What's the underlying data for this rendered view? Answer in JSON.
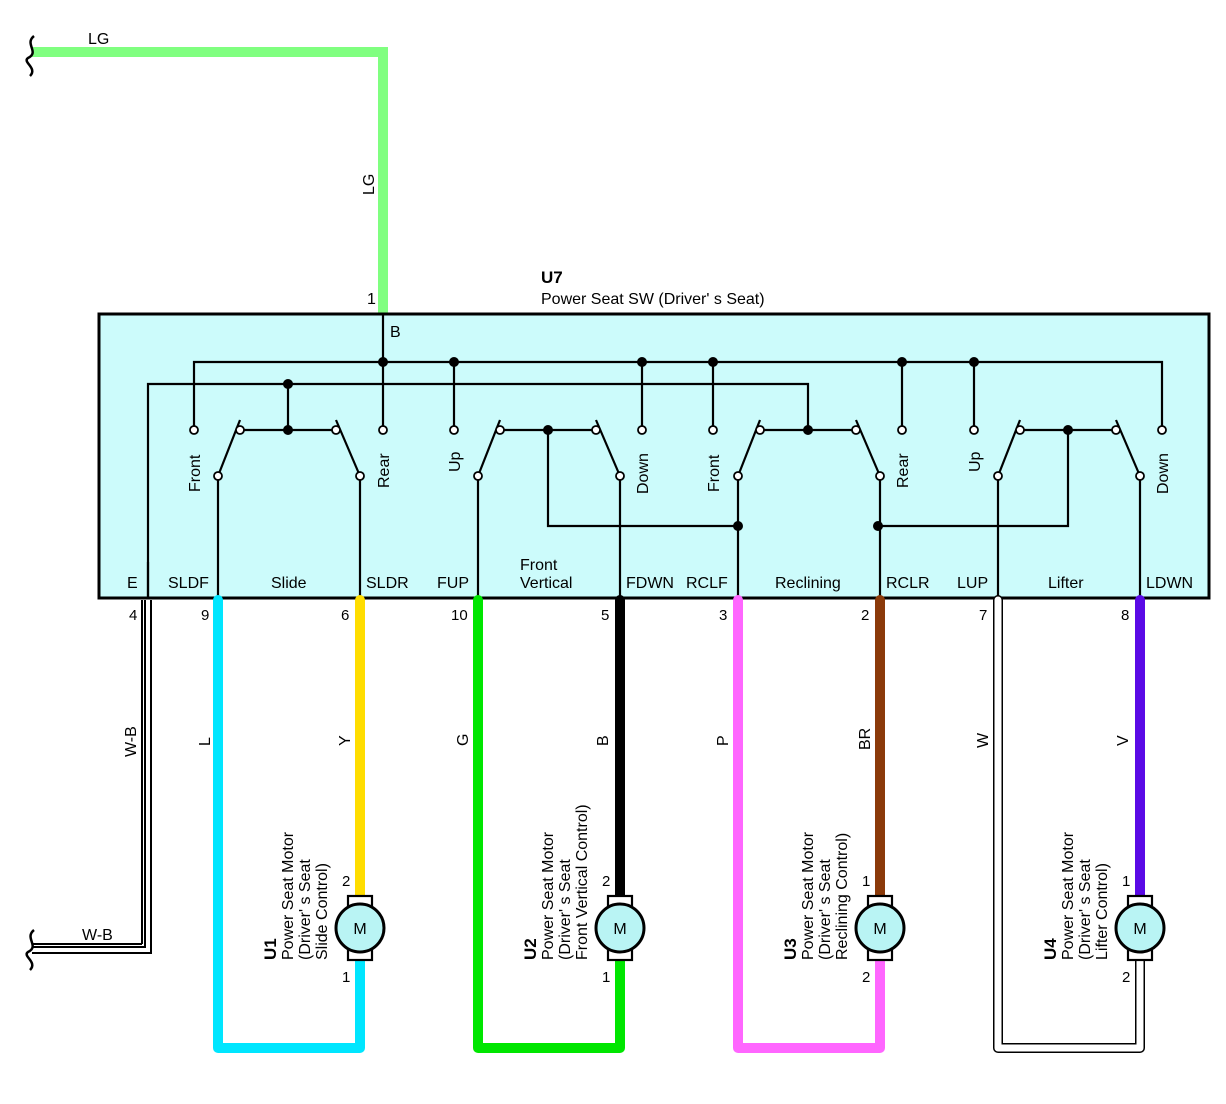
{
  "colors": {
    "box_fill": "#ccfbfb",
    "motor_fill": "#b9f4f4",
    "LG": "#80ff80",
    "L": "#00e6ff",
    "Y": "#ffdd00",
    "G": "#00e600",
    "B": "#000000",
    "P": "#ff66ff",
    "BR": "#8b3a0a",
    "V": "#5a0ae6",
    "W": "#ffffff"
  },
  "component": {
    "id": "U7",
    "name": "Power Seat SW (Driver' s Seat)"
  },
  "supply": {
    "wire": "LG",
    "pin": "1",
    "pin_name": "B"
  },
  "ground": {
    "wire": "W-B",
    "pin": "4",
    "pin_name": "E"
  },
  "groups": [
    {
      "name": "Slide",
      "left_pos": "Front",
      "right_pos": "Rear",
      "left_term": "SLDF",
      "right_term": "SLDR"
    },
    {
      "name": "Front Vertical",
      "name_line1": "Front",
      "name_line2": "Vertical",
      "left_pos": "Up",
      "right_pos": "Down",
      "left_term": "FUP",
      "right_term": "FDWN"
    },
    {
      "name": "Reclining",
      "left_pos": "Front",
      "right_pos": "Rear",
      "left_term": "RCLF",
      "right_term": "RCLR"
    },
    {
      "name": "Lifter",
      "left_pos": "Up",
      "right_pos": "Down",
      "left_term": "LUP",
      "right_term": "LDWN"
    }
  ],
  "wires": [
    {
      "pin": "9",
      "color_code": "L"
    },
    {
      "pin": "6",
      "color_code": "Y"
    },
    {
      "pin": "10",
      "color_code": "G"
    },
    {
      "pin": "5",
      "color_code": "B"
    },
    {
      "pin": "3",
      "color_code": "P"
    },
    {
      "pin": "2",
      "color_code": "BR"
    },
    {
      "pin": "7",
      "color_code": "W"
    },
    {
      "pin": "8",
      "color_code": "V"
    }
  ],
  "motors": [
    {
      "id": "U1",
      "line1": "Power Seat Motor",
      "line2": "(Driver' s Seat",
      "line3": "Slide Control)",
      "symbol": "M",
      "top_pin": "2",
      "bottom_pin": "1"
    },
    {
      "id": "U2",
      "line1": "Power Seat Motor",
      "line2": "(Driver' s Seat",
      "line3": "Front Vertical Control)",
      "symbol": "M",
      "top_pin": "2",
      "bottom_pin": "1"
    },
    {
      "id": "U3",
      "line1": "Power Seat Motor",
      "line2": "(Driver' s Seat",
      "line3": "Reclining Control)",
      "symbol": "M",
      "top_pin": "1",
      "bottom_pin": "2"
    },
    {
      "id": "U4",
      "line1": "Power Seat Motor",
      "line2": "(Driver' s Seat",
      "line3": "Lifter Control)",
      "symbol": "M",
      "top_pin": "1",
      "bottom_pin": "2"
    }
  ]
}
